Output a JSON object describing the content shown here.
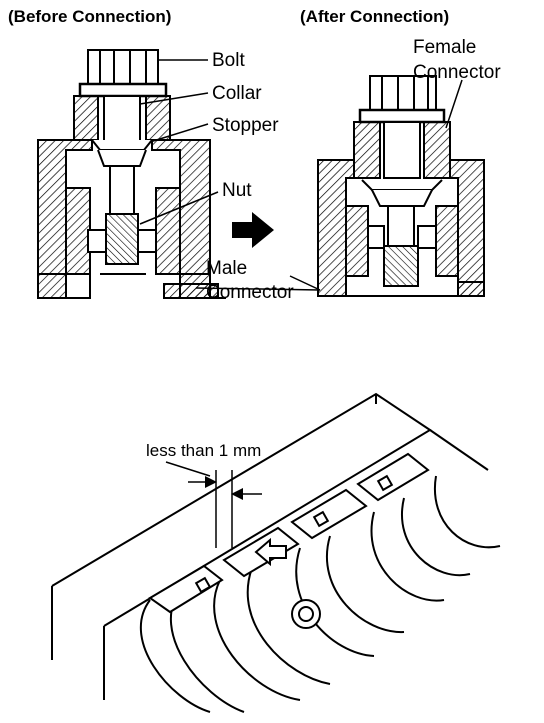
{
  "top_diagram": {
    "before_caption": "(Before Connection)",
    "after_caption": "(After Connection)",
    "labels": {
      "bolt": "Bolt",
      "collar": "Collar",
      "stopper": "Stopper",
      "nut": "Nut",
      "female_connector_line1": "Female",
      "female_connector_line2": "Connector",
      "male_connector_line1": "Male",
      "male_connector_line2": "Connector"
    }
  },
  "bottom_diagram": {
    "gap_label": "less than 1 mm"
  }
}
